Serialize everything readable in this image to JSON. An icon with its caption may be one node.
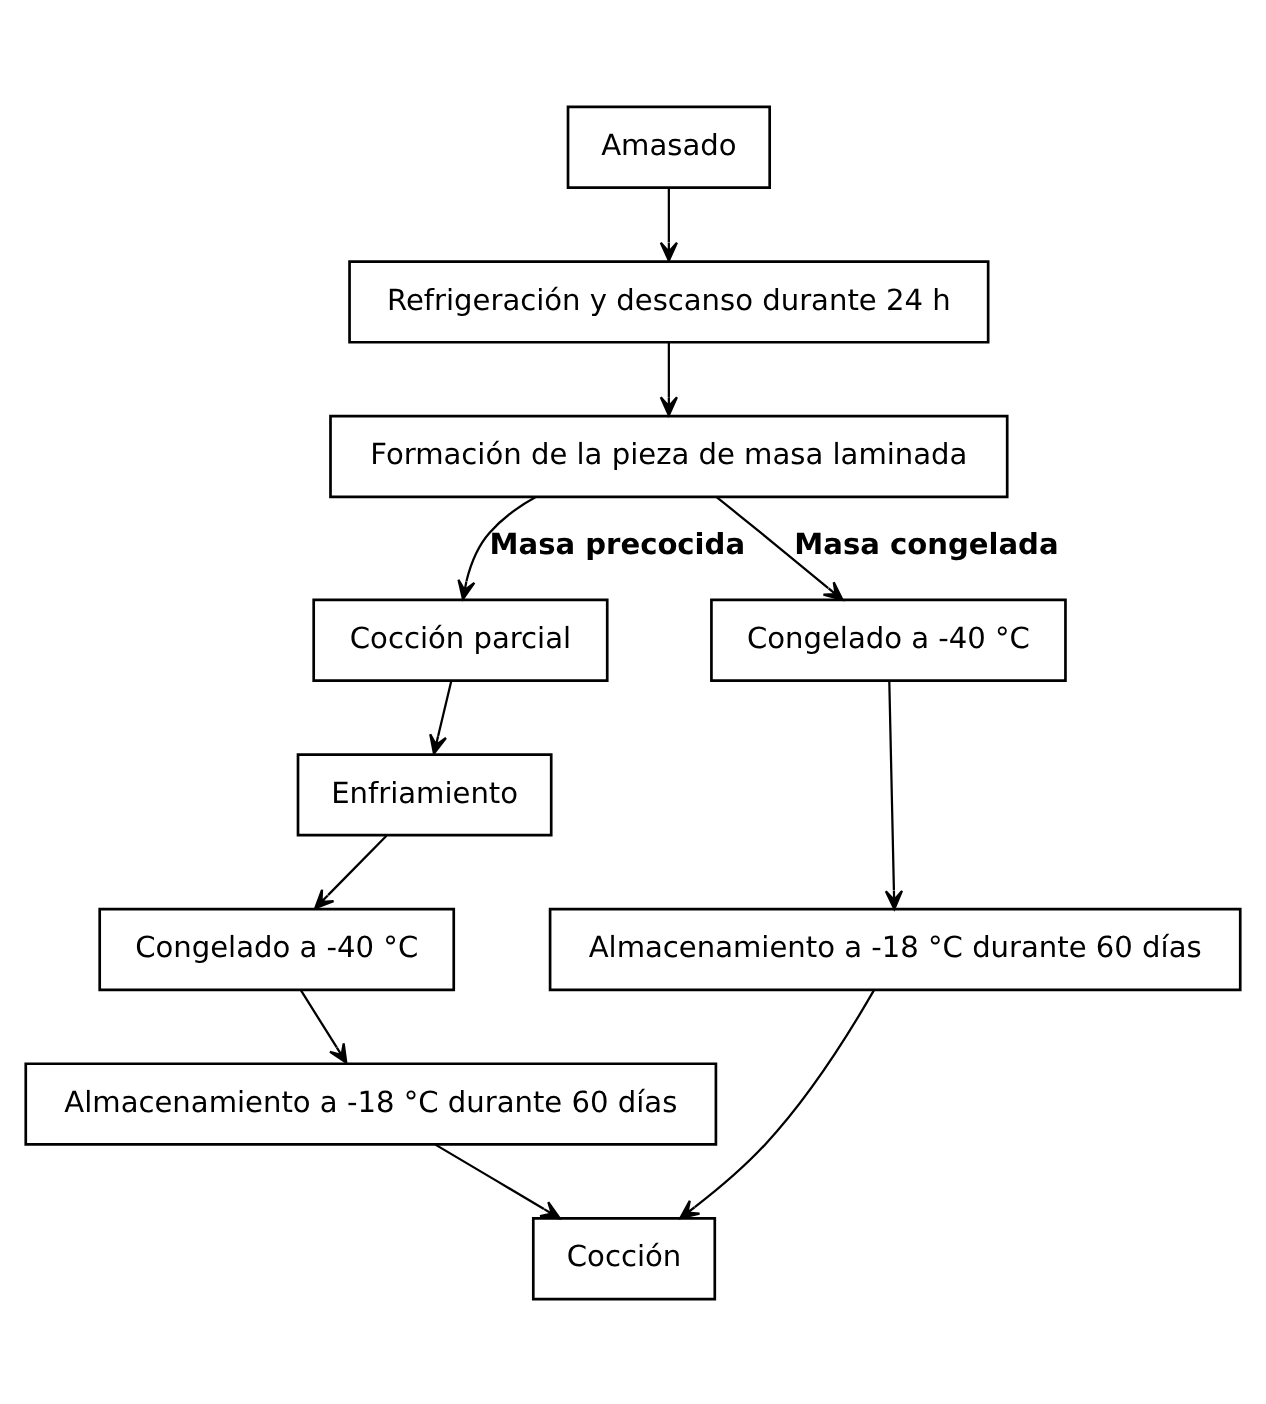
{
  "diagram": {
    "nodes": [
      {
        "text": [
          "Amasado"
        ]
      },
      {
        "text": [
          "Refrigeración y descanso durante 24 h"
        ]
      },
      {
        "text": [
          "Formación de la pieza de masa laminada"
        ]
      },
      {
        "text": [
          "Cocción parcial"
        ]
      },
      {
        "text": [
          "Enfriamiento"
        ]
      },
      {
        "text": [
          "Congelado a -40 °C"
        ]
      },
      {
        "text": [
          "Almacenamiento a -18 °C durante 60 días"
        ]
      },
      {
        "text": [
          "Congelado a -40 °C"
        ]
      },
      {
        "text": [
          "Almacenamiento a -18 °C durante 60 días"
        ]
      },
      {
        "text": [
          "Cocción"
        ]
      }
    ],
    "edges": [
      {
        "from": 0,
        "to": 1,
        "arrow": "to"
      },
      {
        "from": 1,
        "to": 2,
        "arrow": "to"
      },
      {
        "from": 2,
        "to": 3,
        "arrow": "to",
        "label": "Masa precocida"
      },
      {
        "from": 2,
        "to": 7,
        "arrow": "to",
        "label": "Masa congelada"
      },
      {
        "from": 3,
        "to": 4,
        "arrow": "to"
      },
      {
        "from": 4,
        "to": 5,
        "arrow": "to"
      },
      {
        "from": 5,
        "to": 6,
        "arrow": "to"
      },
      {
        "from": 7,
        "to": 8,
        "arrow": "to"
      },
      {
        "from": 6,
        "to": 9,
        "arrow": "to"
      },
      {
        "from": 8,
        "to": 9,
        "arrow": "to"
      }
    ]
  }
}
